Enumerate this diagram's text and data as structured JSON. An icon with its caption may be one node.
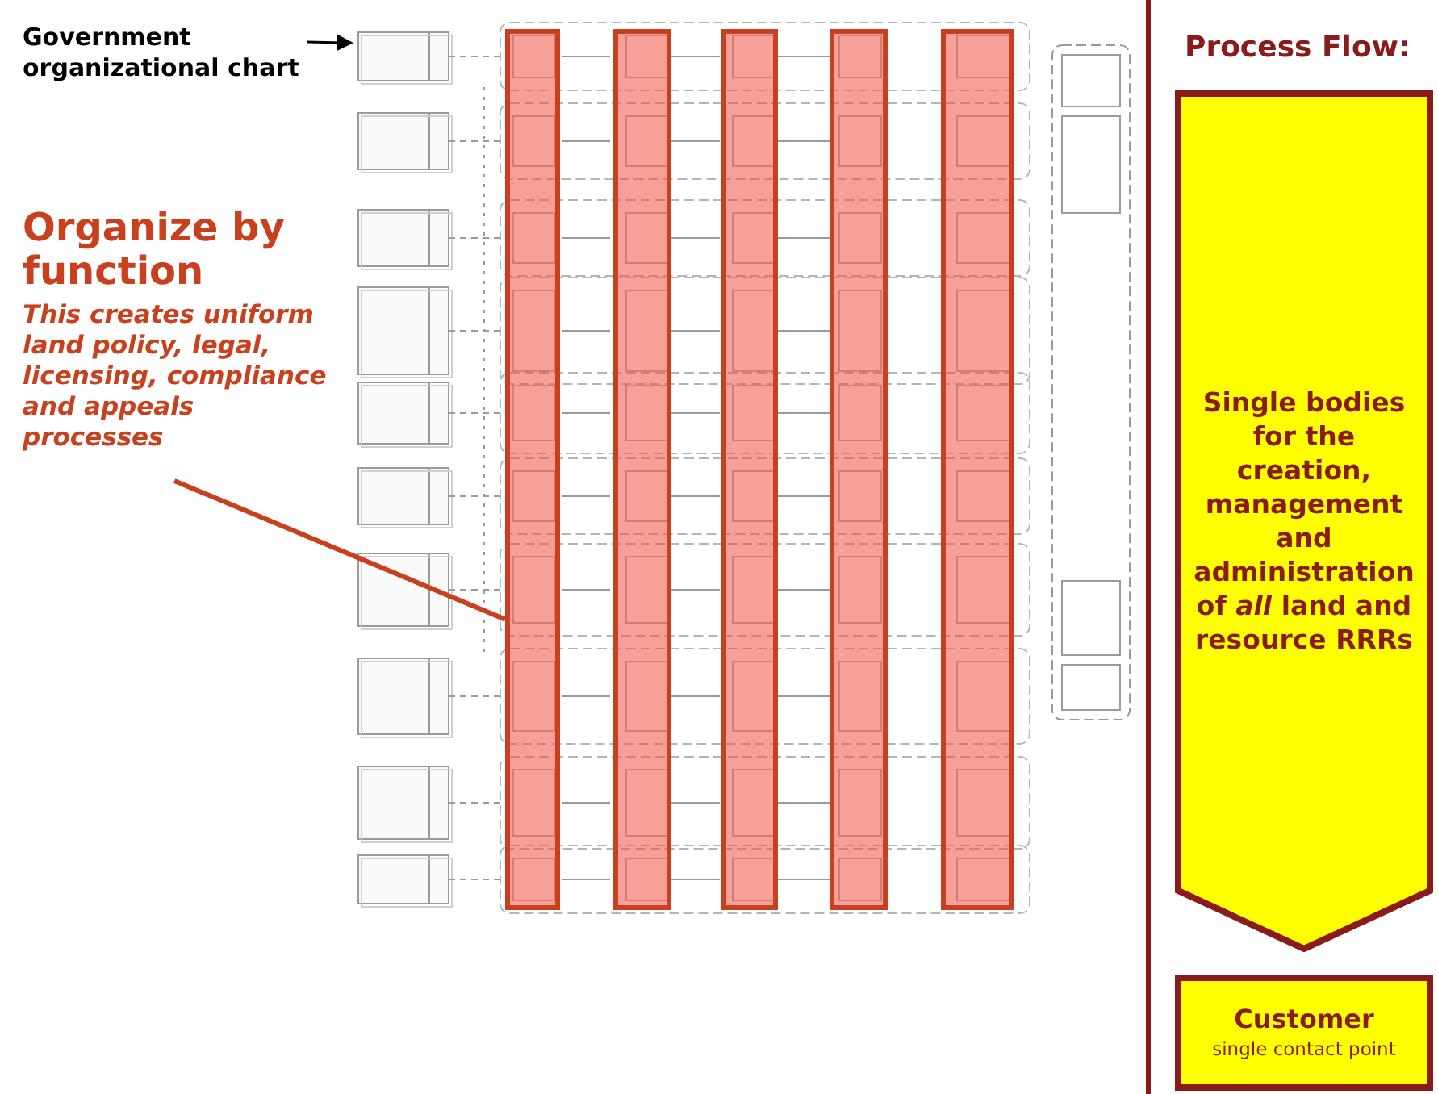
{
  "diagram": {
    "nodes": [
      {
        "text": [
          "Government organizational chart"
        ]
      },
      {
        "text": [],
        "shape": "picture"
      },
      {
        "text": [],
        "shape": "bar",
        "in": 1
      },
      {
        "text": [],
        "shape": "bar",
        "in": 1
      },
      {
        "text": [],
        "shape": "bar",
        "in": 1
      },
      {
        "text": [],
        "shape": "bar",
        "in": 1
      },
      {
        "text": [],
        "shape": "bar",
        "in": 1
      },
      {
        "text": [
          "Organize by function",
          "This creates uniform land policy, legal, licensing, compliance and appeals processes"
        ]
      },
      {
        "text": [
          "Single bodies for the creation, management and administration of *all* land and resource RRRs"
        ]
      },
      {
        "text": [
          "Customer",
          "single contact point"
        ]
      }
    ],
    "edges": [
      {
        "from": 0,
        "to": 1,
        "arrow": "to"
      },
      {
        "from": 7,
        "to": 2,
        "arrow": "none",
        "style": "thick",
        "color": "#c8401e"
      }
    ],
    "labels": [
      "Process Flow:"
    ]
  }
}
